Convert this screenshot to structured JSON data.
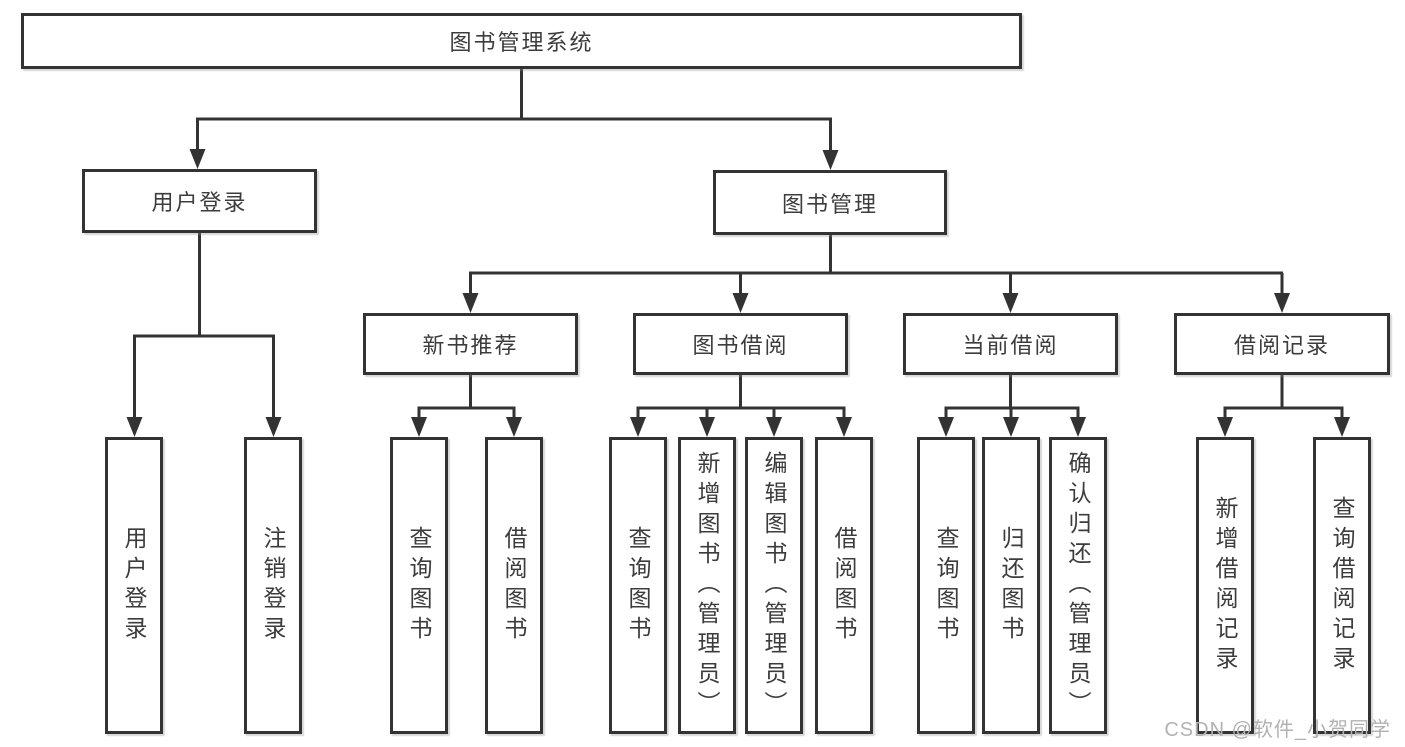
{
  "diagram": {
    "root_label": "图书管理系统",
    "user_login": {
      "label": "用户登录",
      "children": [
        {
          "label": "用户登录"
        },
        {
          "label": "注销登录"
        }
      ]
    },
    "book_management": {
      "label": "图书管理",
      "children": [
        {
          "label": "新书推荐",
          "children": [
            {
              "label": "查询图书"
            },
            {
              "label": "借阅图书"
            }
          ]
        },
        {
          "label": "图书借阅",
          "children": [
            {
              "label": "查询图书"
            },
            {
              "label": "新增图书（管理员）"
            },
            {
              "label": "编辑图书（管理员）"
            },
            {
              "label": "借阅图书"
            }
          ]
        },
        {
          "label": "当前借阅",
          "children": [
            {
              "label": "查询图书"
            },
            {
              "label": "归还图书"
            },
            {
              "label": "确认归还（管理员）"
            }
          ]
        },
        {
          "label": "借阅记录",
          "children": [
            {
              "label": "新增借阅记录"
            },
            {
              "label": "查询借阅记录"
            }
          ]
        }
      ]
    },
    "watermark": "CSDN @软件_小贺同学"
  },
  "colors": {
    "line": "#333333",
    "text": "#3c3c3c",
    "watermark": "#b2b2b2",
    "background": "#ffffff"
  }
}
